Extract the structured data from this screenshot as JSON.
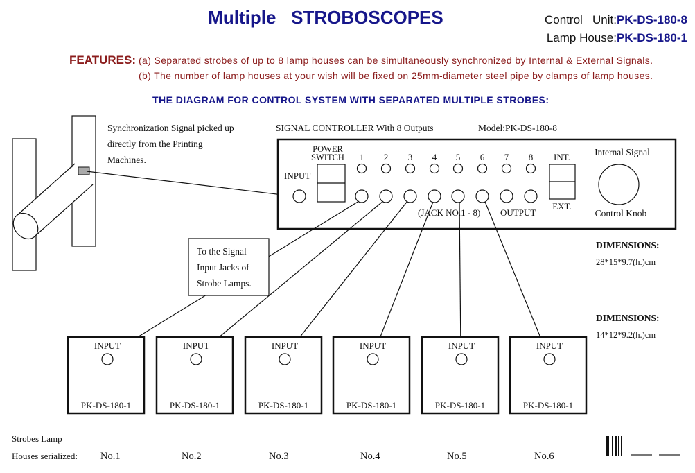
{
  "header": {
    "title": "Multiple   STROBOSCOPES",
    "control_unit_label": "Control   Unit:",
    "control_unit_model": "PK-DS-180-8",
    "lamp_house_label": "Lamp House:",
    "lamp_house_model": "PK-DS-180-1"
  },
  "features": {
    "label": "FEATURES:",
    "a": "(a) Separated strobes of up to 8 lamp houses can be simultaneously synchronized by Internal & External Signals.",
    "b": "(b) The number of lamp houses at your wish will be fixed on 25mm-diameter steel pipe by clamps of lamp houses."
  },
  "diagram_heading": "THE DIAGRAM FOR CONTROL SYSTEM WITH SEPARATED MULTIPLE STROBES:",
  "sync_note": [
    "Synchronization Signal picked up",
    "directly from the Printing",
    "Machines."
  ],
  "controller": {
    "title": "SIGNAL CONTROLLER With 8 Outputs",
    "model": "Model:PK-DS-180-8",
    "input": "INPUT",
    "power": "POWER",
    "switch": "SWITCH",
    "jacks": [
      "1",
      "2",
      "3",
      "4",
      "5",
      "6",
      "7",
      "8"
    ],
    "jack_label": "(JACK NO.1 - 8)",
    "output": "OUTPUT",
    "int": "INT.",
    "ext": "EXT.",
    "knob_top": "Internal Signal",
    "knob_bottom": "Control Knob"
  },
  "callout": [
    "To the Signal",
    "Input Jacks of",
    "Strobe Lamps."
  ],
  "dimensions": [
    {
      "label": "DIMENSIONS:",
      "value": "28*15*9.7(h.)cm"
    },
    {
      "label": "DIMENSIONS:",
      "value": "14*12*9.2(h.)cm"
    }
  ],
  "lamps": [
    {
      "input": "INPUT",
      "model": "PK-DS-180-1",
      "number": "No.1"
    },
    {
      "input": "INPUT",
      "model": "PK-DS-180-1",
      "number": "No.2"
    },
    {
      "input": "INPUT",
      "model": "PK-DS-180-1",
      "number": "No.3"
    },
    {
      "input": "INPUT",
      "model": "PK-DS-180-1",
      "number": "No.4"
    },
    {
      "input": "INPUT",
      "model": "PK-DS-180-1",
      "number": "No.5"
    },
    {
      "input": "INPUT",
      "model": "PK-DS-180-1",
      "number": "No.6"
    }
  ],
  "footer": {
    "line1": "Strobes Lamp",
    "line2": "Houses serialized:"
  }
}
